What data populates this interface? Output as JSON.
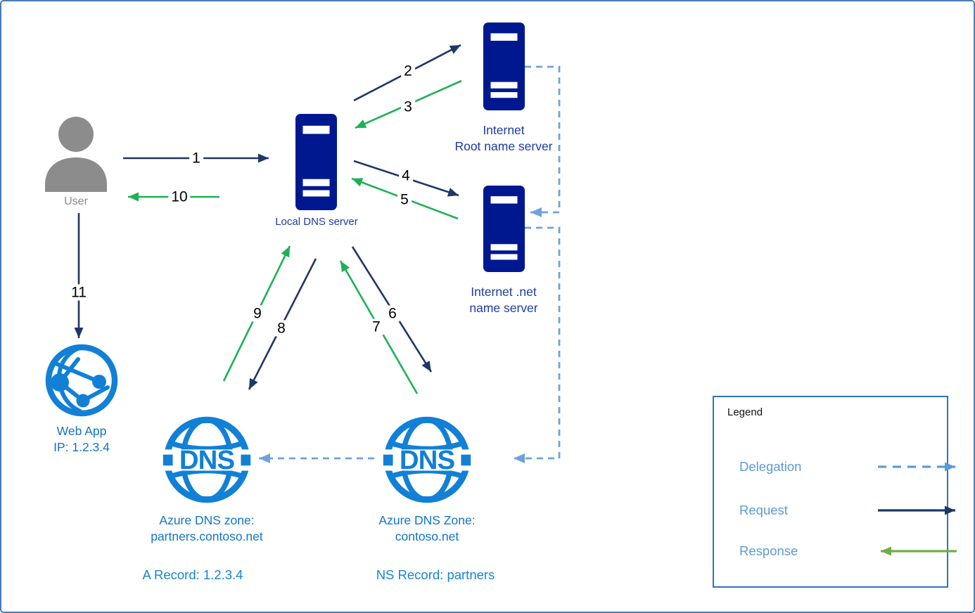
{
  "nodes": {
    "user": {
      "label": "User"
    },
    "local_dns": {
      "label": "Local DNS server"
    },
    "root_server": {
      "line1": "Internet",
      "line2": "Root name server"
    },
    "net_server": {
      "line1": "Internet .net",
      "line2": "name server"
    },
    "web_app": {
      "line1": "Web App",
      "line2": "IP: 1.2.3.4"
    },
    "partners_zone": {
      "icon_text": "DNS",
      "line1": "Azure DNS zone:",
      "line2": "partners.contoso.net",
      "record": "A Record: 1.2.3.4"
    },
    "contoso_zone": {
      "icon_text": "DNS",
      "line1": "Azure DNS Zone:",
      "line2": "contoso.net",
      "record": "NS Record: partners"
    }
  },
  "arrows": {
    "a1": {
      "label": "1",
      "type": "request"
    },
    "a2": {
      "label": "2",
      "type": "request"
    },
    "a3": {
      "label": "3",
      "type": "response"
    },
    "a4": {
      "label": "4",
      "type": "request"
    },
    "a5": {
      "label": "5",
      "type": "response"
    },
    "a6": {
      "label": "6",
      "type": "request"
    },
    "a7": {
      "label": "7",
      "type": "response"
    },
    "a8": {
      "label": "8",
      "type": "request"
    },
    "a9": {
      "label": "9",
      "type": "response"
    },
    "a10": {
      "label": "10",
      "type": "response"
    },
    "a11": {
      "label": "11",
      "type": "request"
    }
  },
  "legend": {
    "title": "Legend",
    "items": [
      {
        "label": "Delegation",
        "type": "delegation"
      },
      {
        "label": "Request",
        "type": "request"
      },
      {
        "label": "Response",
        "type": "response"
      }
    ]
  },
  "colors": {
    "request_arrow": "#1e3766",
    "response_arrow": "#1db155",
    "delegation_arrow": "#6ea2da",
    "legend_response": "#70ad47",
    "legend_delegation": "#5b9bd5",
    "server_icon": "#00188f",
    "azure_icon_blue": "#1180d6",
    "server_label_text": "#1c3ba3",
    "azure_label_text": "#1174c8",
    "user_gray": "#8c8c8c",
    "legend_text": "#5b9bd5",
    "legend_border": "#2e75b6",
    "page_border": "#4a7cb5"
  }
}
